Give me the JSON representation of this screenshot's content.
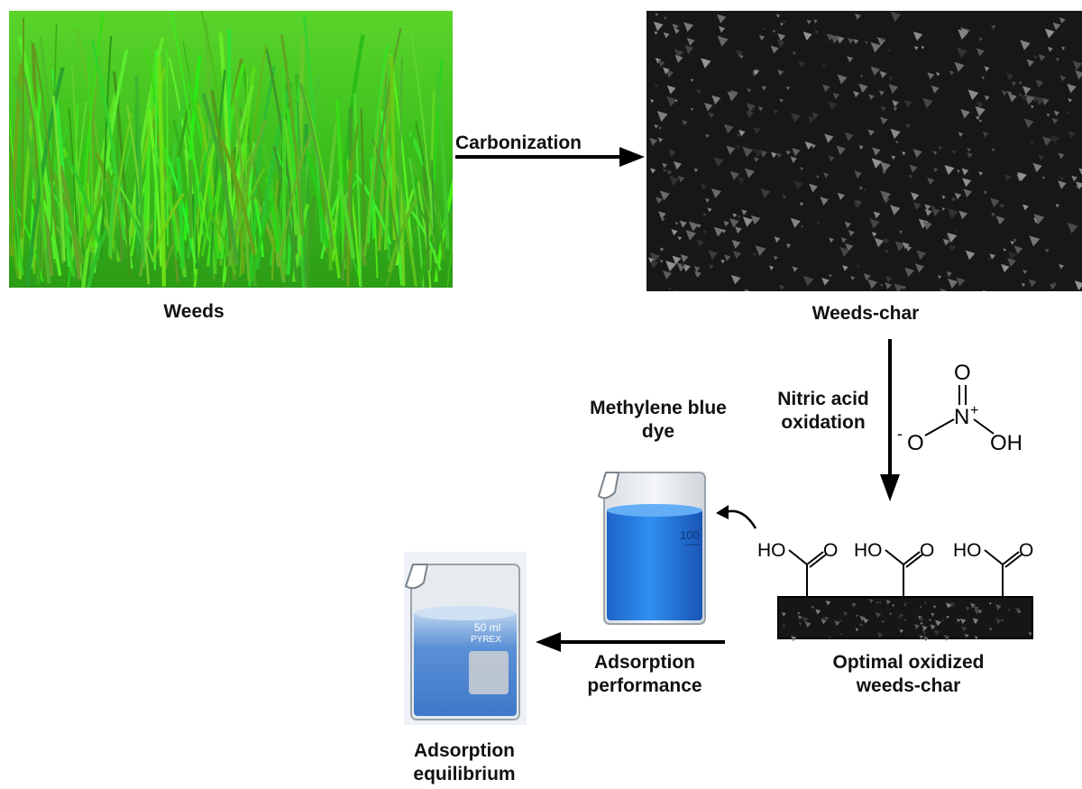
{
  "steps": {
    "weeds": "Weeds",
    "carbonization": "Carbonization",
    "weeds_char": "Weeds-char",
    "oxidation_line1": "Nitric acid",
    "oxidation_line2": "oxidation",
    "optimal_line1": "Optimal oxidized",
    "optimal_line2": "weeds-char",
    "dye_line1": "Methylene blue",
    "dye_line2": "dye",
    "performance_line1": "Adsorption",
    "performance_line2": "performance",
    "equilibrium_line1": "Adsorption",
    "equilibrium_line2": "equilibrium"
  },
  "nitric_acid": {
    "o_top": "O",
    "n": "N",
    "n_charge": "+",
    "o_minus": "O",
    "minus": "-",
    "oh": "OH"
  },
  "surface_groups": {
    "ho": "HO",
    "o": "O"
  },
  "beaker_text": {
    "small_volume": "50 ml",
    "small_brand": "PYREX",
    "large_volume": "100"
  },
  "colors": {
    "grass": "#3fbf1f",
    "char": "#1c1c1c",
    "dye_blue": "#1b6fd6",
    "dye_light": "#6fa6e8",
    "arrow": "#000000"
  }
}
